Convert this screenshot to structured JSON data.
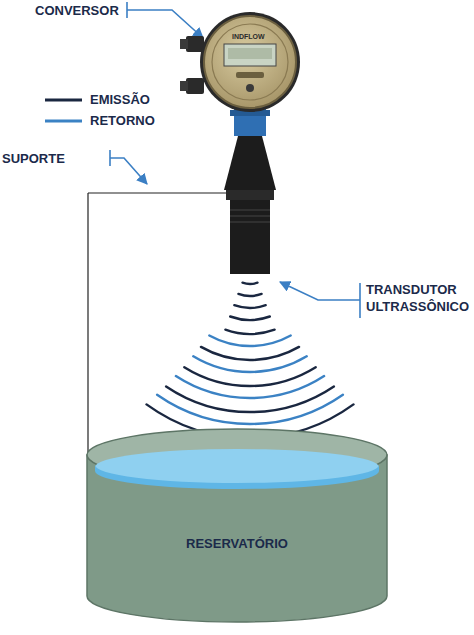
{
  "diagram": {
    "nodes": [
      {
        "text": [
          "RESERVATÓRIO"
        ]
      }
    ],
    "labels": [
      "CONVERSOR",
      "SUPORTE",
      "TRANSDUTOR ULTRASSÔNICO",
      "INDFLOW"
    ],
    "legend": [
      {
        "text": "EMISSÃO"
      },
      {
        "text": "RETORNO"
      }
    ]
  }
}
